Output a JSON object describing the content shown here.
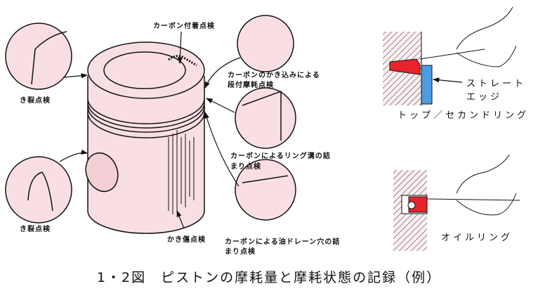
{
  "piston_labels": {
    "carbon_deposit": "カーボン付着点検",
    "crack_upper": "き裂点検",
    "crack_lower": "き裂点検",
    "step_wear_line1": "カーボンのかき込みによる",
    "step_wear_line2": "段付摩耗点検",
    "groove_clog_line1": "カーボンによるリング溝の詰",
    "groove_clog_line2": "まり点検",
    "scratch": "かき傷点検",
    "drain_clog_line1": "カーボンによる油ドレーン穴の詰",
    "drain_clog_line2": "まり点検"
  },
  "ring_labels": {
    "straight_edge_line1": "ストレート",
    "straight_edge_line2": "エッジ",
    "top_second_ring": "トップ／セカンドリング",
    "oil_ring": "オイルリング"
  },
  "caption": "1・2図　ピストンの摩耗量と摩耗状態の記録（例）",
  "colors": {
    "piston": "#f9dfe4",
    "ring": "#e8232b",
    "straight_edge": "#4f9be0"
  }
}
